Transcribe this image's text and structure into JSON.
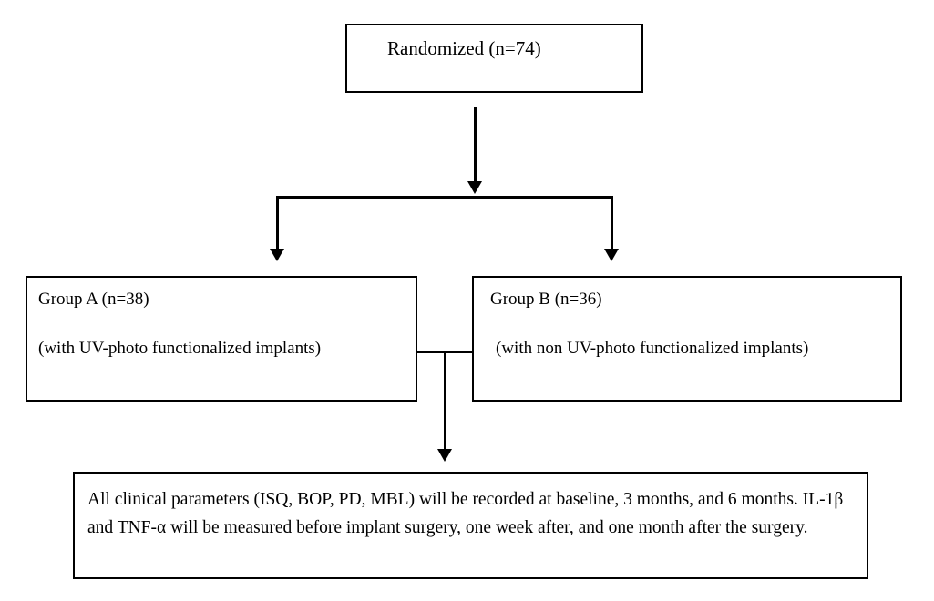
{
  "diagram": {
    "title": "Randomized controlled trial flow diagram",
    "background_color": "#ffffff",
    "line_color": "#000000",
    "text_color": "#000000",
    "nodes": {
      "randomized": {
        "line1": "Randomized  (n=74)"
      },
      "group_a": {
        "line1": "Group A (n=38)",
        "line2": "(with UV-photo functionalized implants)"
      },
      "group_b": {
        "line1": "Group B (n=36)",
        "line2": "(with non UV-photo functionalized implants)"
      },
      "outcomes": {
        "body": "All clinical parameters (ISQ, BOP, PD, MBL) will be recorded at baseline, 3 months, and 6 months. IL-1β and TNF-α will be measured before implant surgery, one week after, and one month after the surgery."
      }
    }
  }
}
